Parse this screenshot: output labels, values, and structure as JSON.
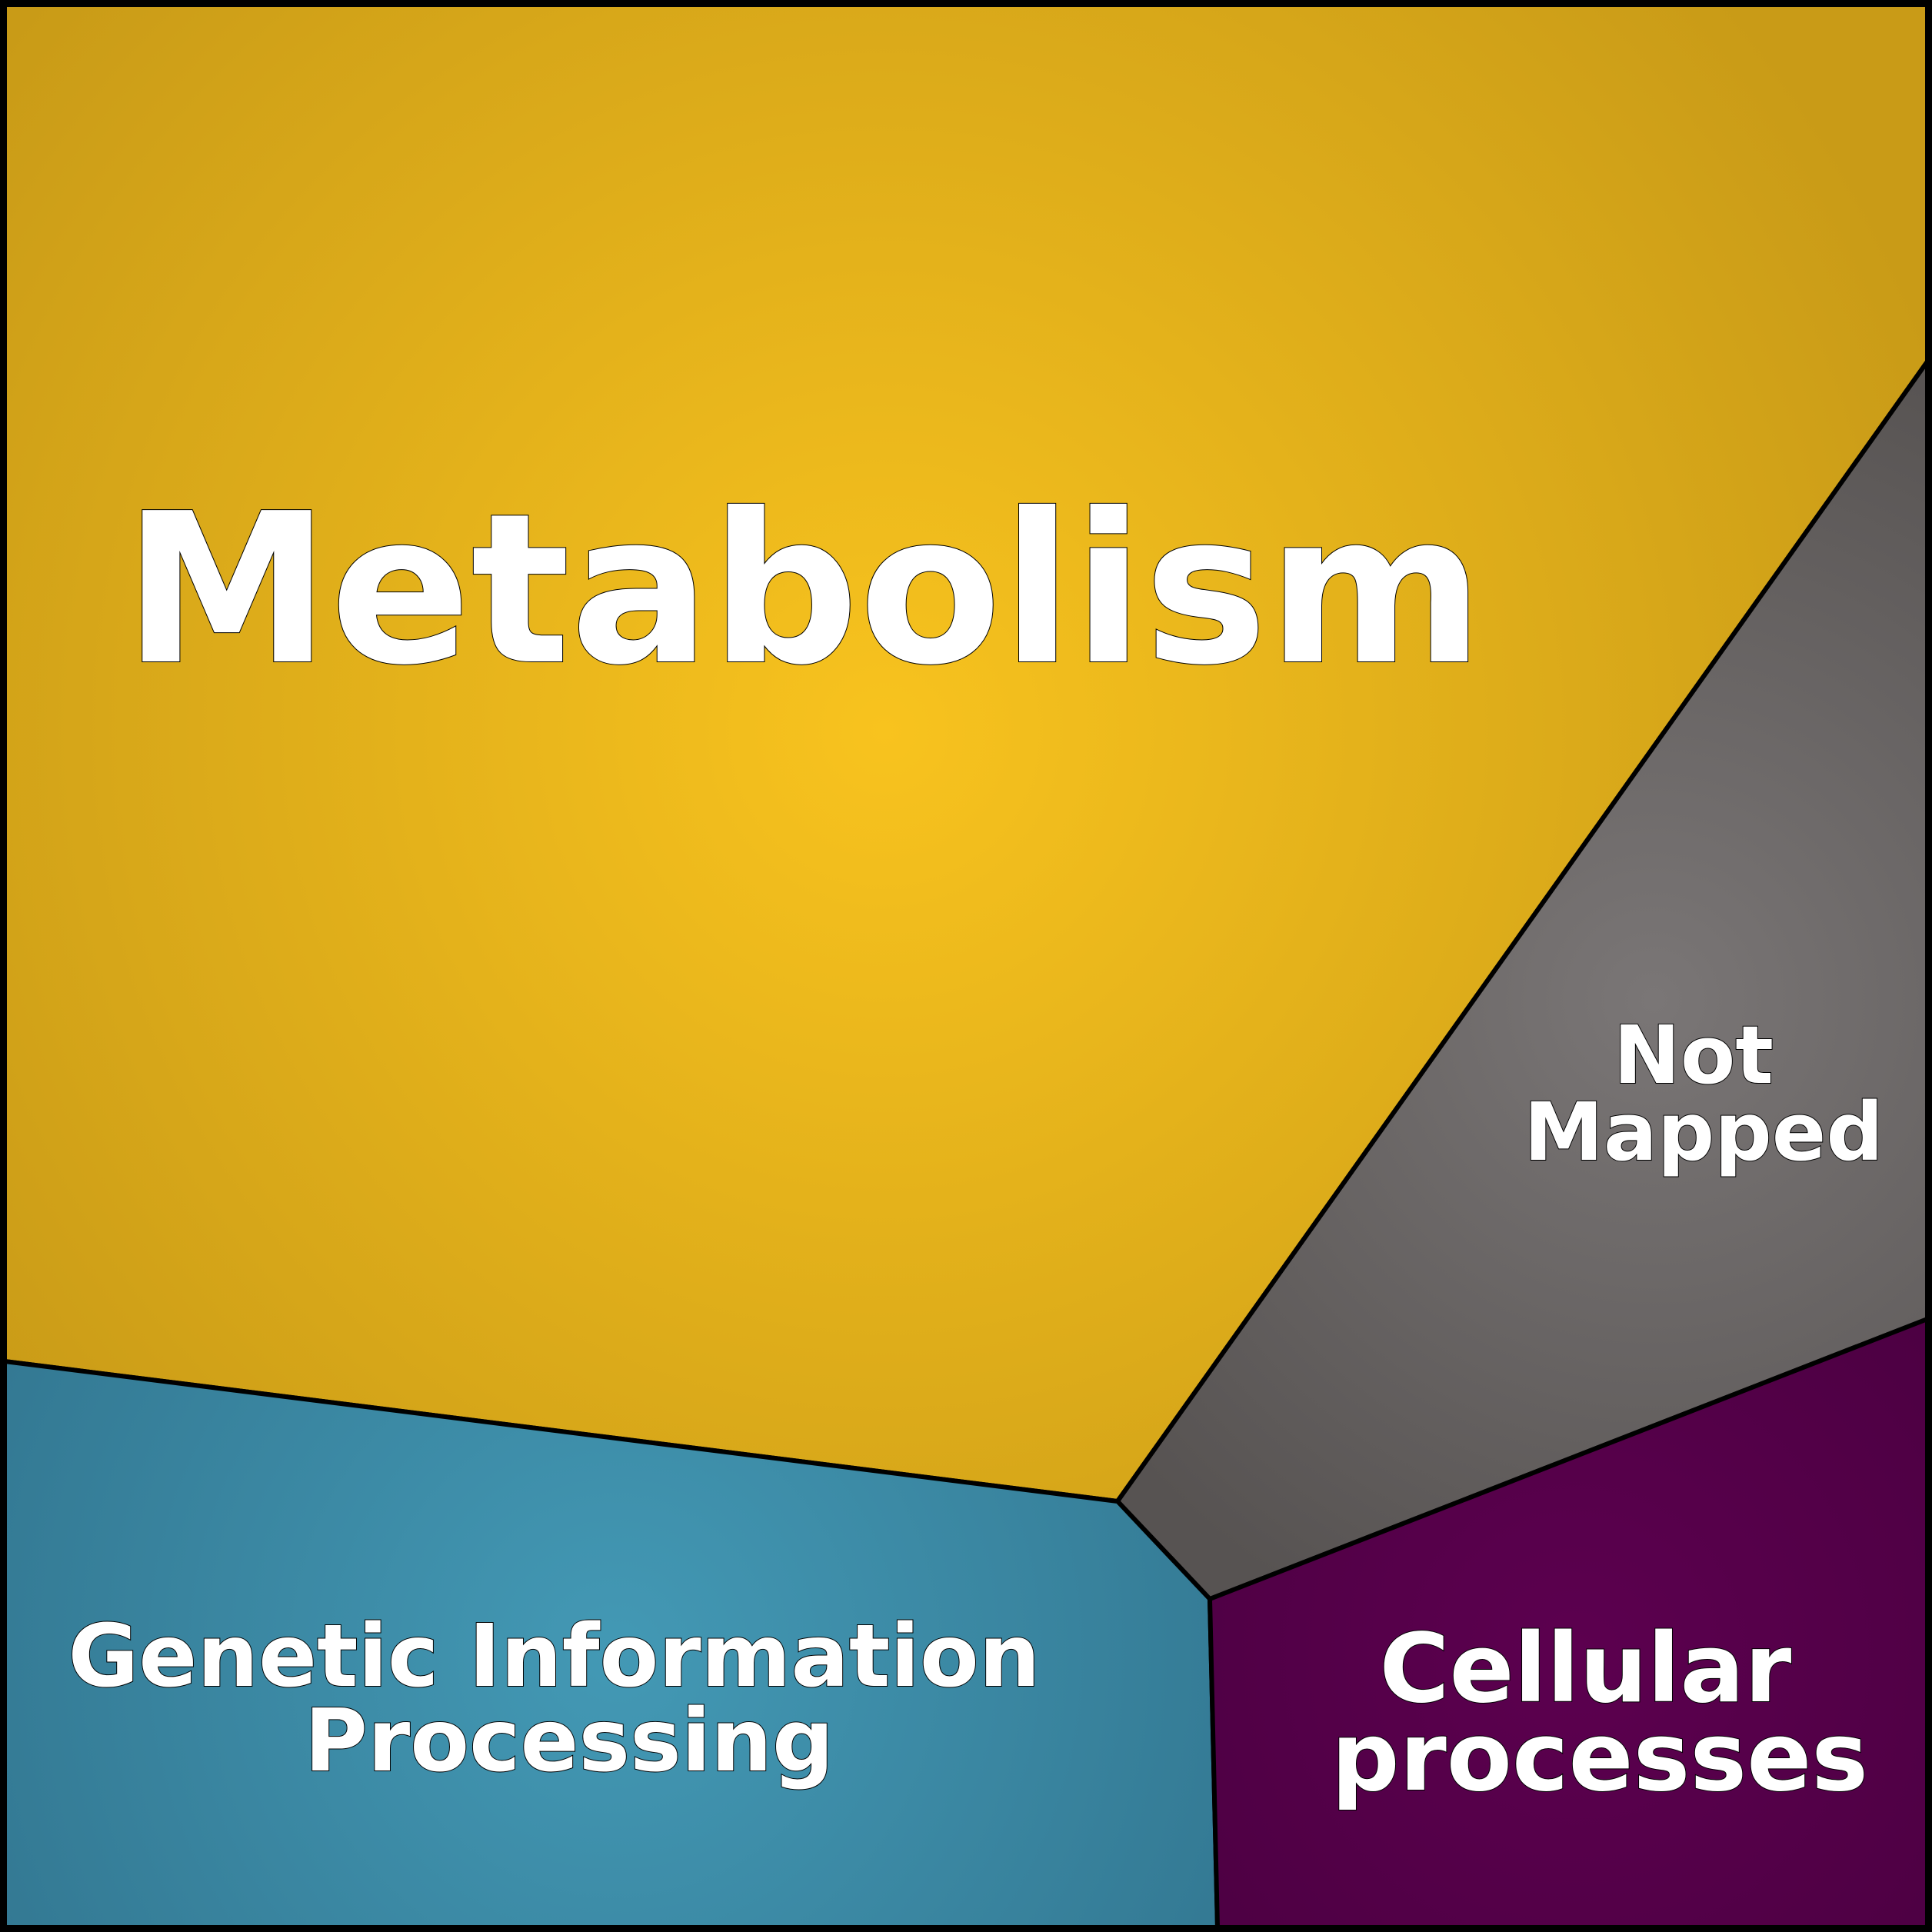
{
  "diagram": {
    "cells": [
      {
        "id": "metabolism",
        "label_lines": [
          "Metabolism"
        ],
        "color_center": "#f8c31e",
        "color_edge": "#c99b17"
      },
      {
        "id": "not-mapped",
        "label_lines": [
          "Not",
          "Mapped"
        ],
        "color_center": "#7a7676",
        "color_edge": "#575352"
      },
      {
        "id": "genetic-information-processing",
        "label_lines": [
          "Genetic Information",
          "Processing"
        ],
        "color_center": "#4399b5",
        "color_edge": "#327690"
      },
      {
        "id": "cellular-processes",
        "label_lines": [
          "Cellular",
          "processes"
        ],
        "color_center": "#5c004f",
        "color_edge": "#4c0042"
      }
    ],
    "border_color": "#000000"
  }
}
